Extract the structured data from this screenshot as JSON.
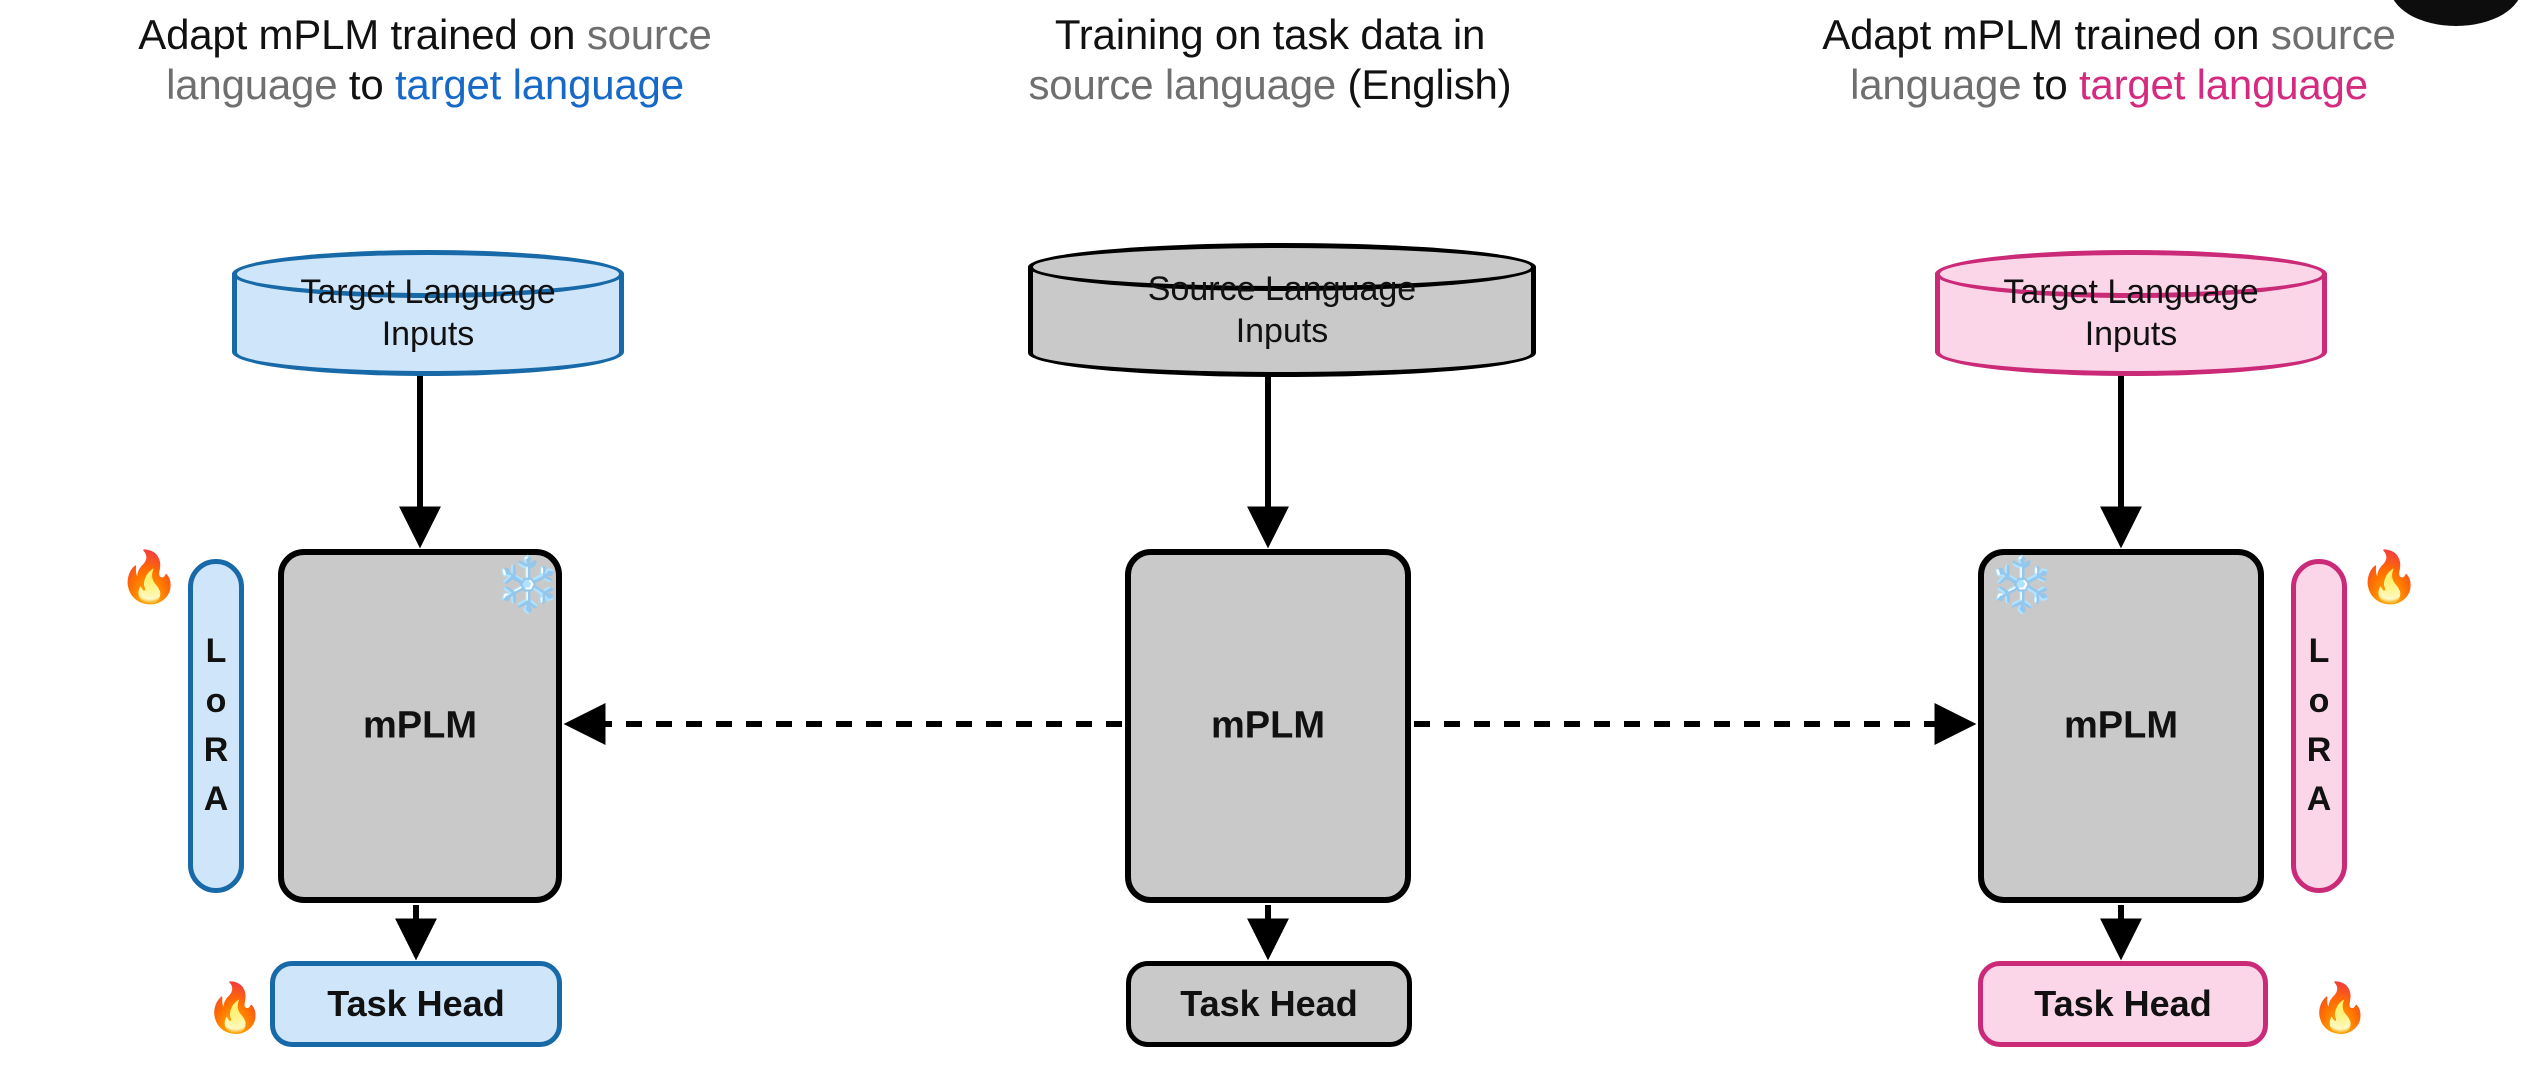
{
  "figure": {
    "columns": [
      {
        "id": "left",
        "title": {
          "line1": [
            {
              "text": "Adapt mPLM trained on ",
              "color": "black"
            },
            {
              "text": "source",
              "color": "grey"
            }
          ],
          "line2": [
            {
              "text": "language",
              "color": "grey"
            },
            {
              "text": " to ",
              "color": "black"
            },
            {
              "text": "target language",
              "color": "blue"
            }
          ],
          "plain": "Adapt mPLM trained on source language to target language"
        },
        "data_store": {
          "label_line1": "Target Language",
          "label_line2": "Inputs"
        },
        "model_box": {
          "label": "mPLM",
          "frozen": true,
          "frozen_icon": "snowflake-icon"
        },
        "adapter": {
          "label": "LoRA",
          "letters": [
            "L",
            "o",
            "R",
            "A"
          ],
          "trainable": true,
          "trainable_icon": "fire-icon"
        },
        "task_head": {
          "label": "Task Head",
          "trainable": true,
          "trainable_icon": "fire-icon"
        },
        "accent_color": "#1769a8",
        "fill_color": "#cfe5fa",
        "title_accent_color": "#1769c8"
      },
      {
        "id": "middle",
        "title": {
          "line1": [
            {
              "text": "Training on task data in",
              "color": "black"
            }
          ],
          "line2": [
            {
              "text": "source language",
              "color": "grey"
            },
            {
              "text": " (English)",
              "color": "black"
            }
          ],
          "plain": "Training on task data in source language (English)"
        },
        "data_store": {
          "label_line1": "Source Language",
          "label_line2": "Inputs"
        },
        "model_box": {
          "label": "mPLM",
          "frozen": false,
          "frozen_icon": null
        },
        "adapter": null,
        "task_head": {
          "label": "Task Head",
          "trainable": false,
          "trainable_icon": null
        },
        "accent_color": "#000000",
        "fill_color": "#c9c9c9",
        "title_accent_color": "#6f6f6f"
      },
      {
        "id": "right",
        "title": {
          "line1": [
            {
              "text": "Adapt mPLM trained on ",
              "color": "black"
            },
            {
              "text": "source",
              "color": "grey"
            }
          ],
          "line2": [
            {
              "text": "language",
              "color": "grey"
            },
            {
              "text": " to ",
              "color": "black"
            },
            {
              "text": "target language",
              "color": "pink"
            }
          ],
          "plain": "Adapt mPLM trained on source language to target language"
        },
        "data_store": {
          "label_line1": "Target Language",
          "label_line2": "Inputs"
        },
        "model_box": {
          "label": "mPLM",
          "frozen": true,
          "frozen_icon": "snowflake-icon"
        },
        "adapter": {
          "label": "LoRA",
          "letters": [
            "L",
            "o",
            "R",
            "A"
          ],
          "trainable": true,
          "trainable_icon": "fire-icon"
        },
        "task_head": {
          "label": "Task Head",
          "trainable": true,
          "trainable_icon": "fire-icon"
        },
        "accent_color": "#ca2a78",
        "fill_color": "#fbd6e8",
        "title_accent_color": "#d42a7f"
      }
    ],
    "connections": [
      {
        "from": "middle.mPLM",
        "to": "left.mPLM",
        "style": "dashed",
        "direction": "leftward"
      },
      {
        "from": "middle.mPLM",
        "to": "right.mPLM",
        "style": "dashed",
        "direction": "rightward"
      }
    ],
    "flow_arrows": [
      {
        "from": "data_store",
        "to": "mPLM",
        "style": "solid"
      },
      {
        "from": "mPLM",
        "to": "task_head",
        "style": "solid"
      }
    ],
    "icons": {
      "fire": "🔥",
      "snowflake": "❄️"
    },
    "colors": {
      "blue_stroke": "#1769a8",
      "blue_fill": "#cfe5fa",
      "pink_stroke": "#ca2a78",
      "pink_fill": "#fbd6e8",
      "grey_fill": "#c9c9c9",
      "black_stroke": "#000000",
      "muted_text": "#6f6f6f",
      "title_blue": "#1769c8",
      "title_pink": "#d42a7f"
    }
  }
}
